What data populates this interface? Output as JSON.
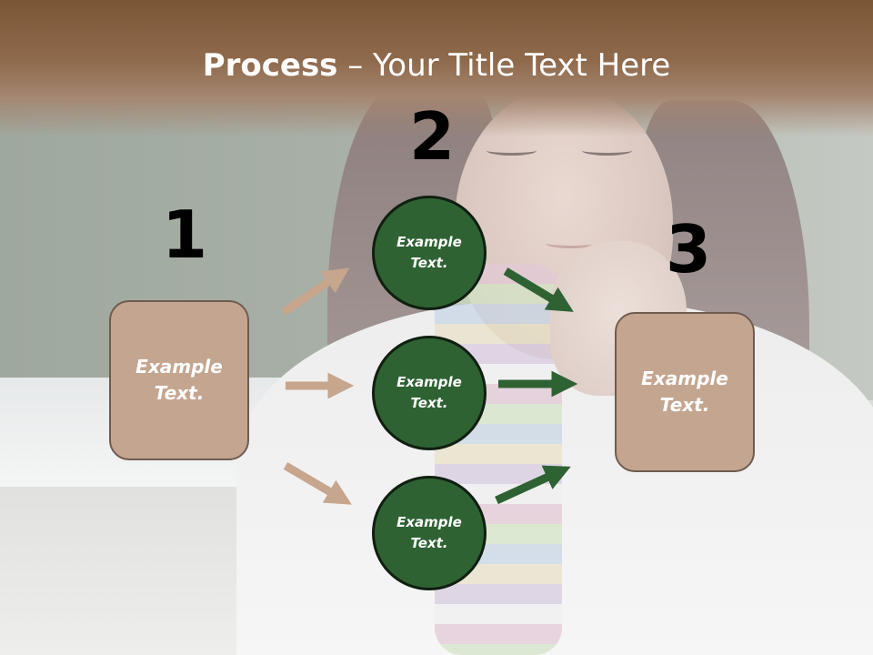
{
  "slide": {
    "title_bold": "Process",
    "title_rest": " – Your Title Text Here"
  },
  "steps": {
    "one": "1",
    "two": "2",
    "three": "3"
  },
  "nodes": {
    "left_box": "Example Text.",
    "circle_top": "Example Text.",
    "circle_middle": "Example Text.",
    "circle_bottom": "Example Text.",
    "right_box": "Example Text."
  },
  "colors": {
    "title_band": "#8f6a4c",
    "box_fill": "#c4a690",
    "box_border": "#6f5c50",
    "circle_fill": "#2f6233",
    "arrow_tan": "#c6a68d",
    "arrow_green": "#2f6233"
  }
}
